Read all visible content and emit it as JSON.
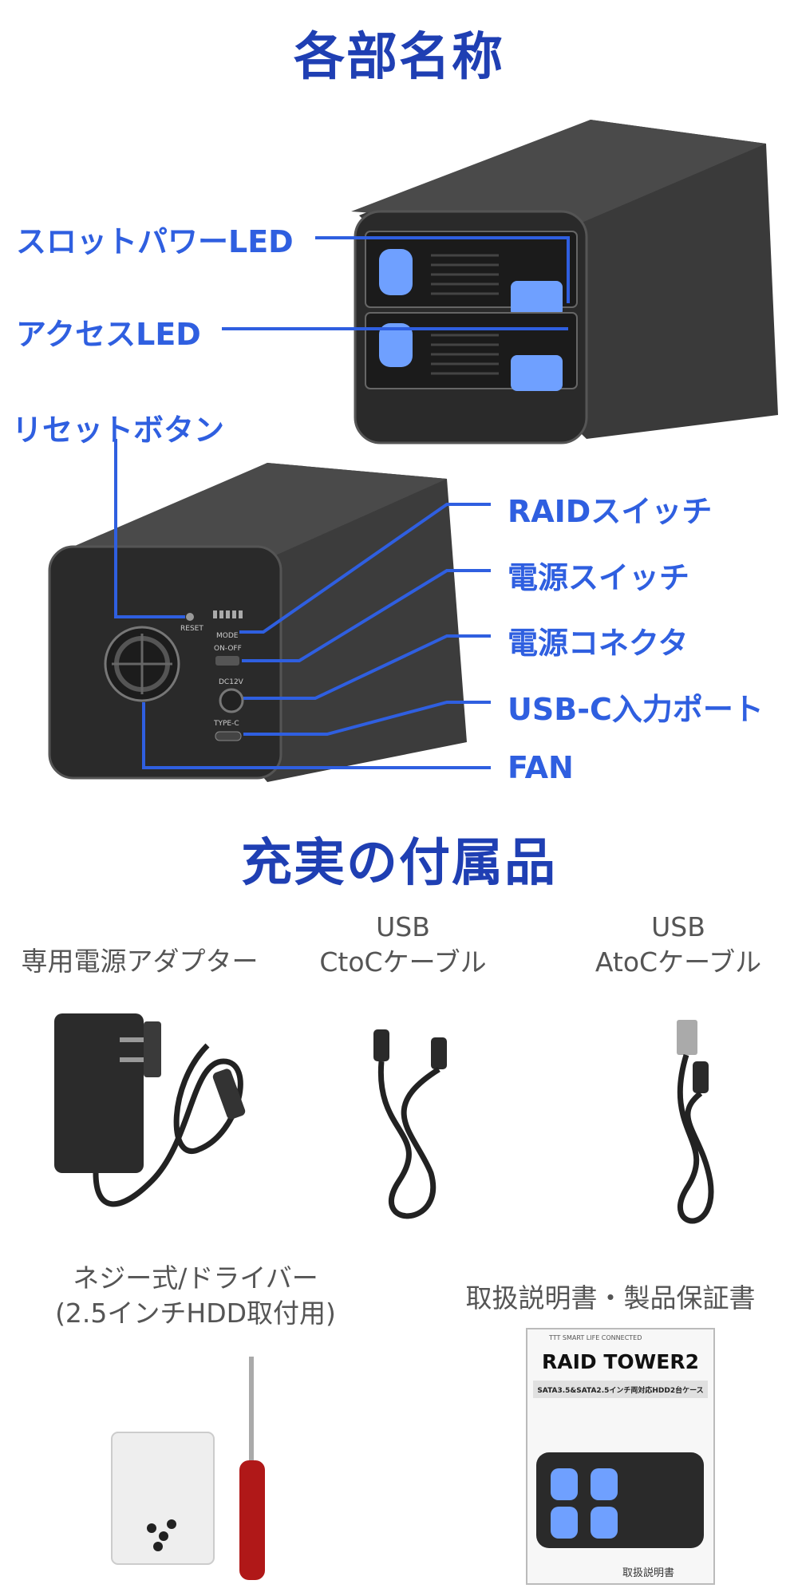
{
  "section1": {
    "title": "各部名称"
  },
  "front_labels": {
    "slot_power_led": "スロットパワーLED",
    "access_led": "アクセスLED"
  },
  "rear_labels": {
    "reset_button": "リセットボタン",
    "raid_switch": "RAIDスイッチ",
    "power_switch": "電源スイッチ",
    "power_connector": "電源コネクタ",
    "usbc_port": "USB-C入力ポート",
    "fan": "FAN"
  },
  "rear_panel_print": {
    "reset": "RESET",
    "mode": "MODE",
    "onoff": "ON-OFF",
    "dc": "DC12V",
    "typec": "TYPE-C"
  },
  "section2": {
    "title": "充実の付属品"
  },
  "accessories": {
    "adapter": "専用電源アダプター",
    "ctoc_line1": "USB",
    "ctoc_line2": "CtoCケーブル",
    "atoc_line1": "USB",
    "atoc_line2": "AtoCケーブル",
    "screws_line1": "ネジー式/ドライバー",
    "screws_line2": "(2.5インチHDD取付用)",
    "manual": "取扱説明書・製品保証書"
  },
  "manual_cover": {
    "brand": "TTT SMART LIFE CONNECTED",
    "title": "RAID TOWER2",
    "subtitle": "SATA3.5&SATA2.5インチ両対応HDD2台ケース",
    "footer": "取扱説明書"
  },
  "colors": {
    "title": "#1f3fb3",
    "label": "#2f5fe0",
    "body_text": "#555555",
    "device": "#2b2b2b",
    "accent_blue": "#5a8cff"
  }
}
